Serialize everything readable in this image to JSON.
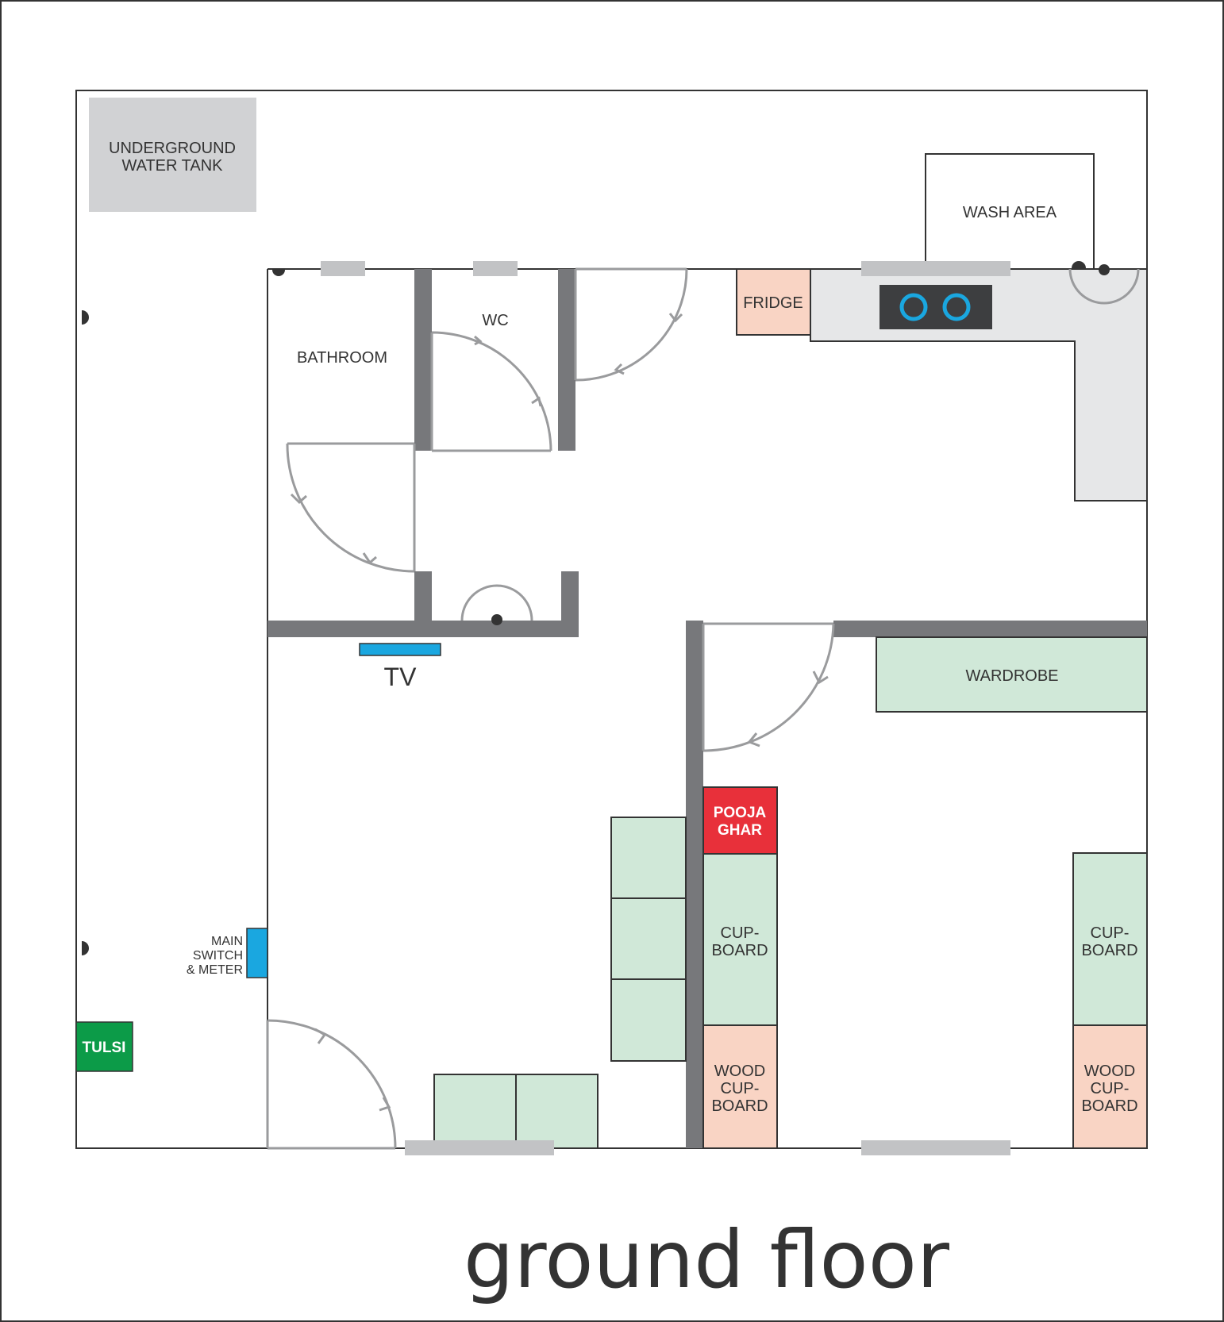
{
  "title": "ground floor",
  "labels": {
    "water_tank": [
      "UNDERGROUND",
      "WATER TANK"
    ],
    "wash_area": "WASH AREA",
    "fridge": "FRIDGE",
    "wc": "WC",
    "bathroom": "BATHROOM",
    "tv": "TV",
    "wardrobe": "WARDROBE",
    "pooja_ghar": [
      "POOJA",
      "GHAR"
    ],
    "cupboard": [
      "CUP-",
      "BOARD"
    ],
    "wood_cupboard": [
      "WOOD",
      "CUP-",
      "BOARD"
    ],
    "main_switch": [
      "MAIN",
      "SWITCH",
      "& METER"
    ],
    "tulsi": "TULSI"
  },
  "colors": {
    "wall": "#77787b",
    "window": "#c2c3c5",
    "counter": "#e6e7e8",
    "tank": "#d1d2d4",
    "green_furniture": "#d0e8d8",
    "wood": "#f9d4c4",
    "pooja": "#e8303a",
    "tulsi": "#0c9b48",
    "tv": "#1aa7e0",
    "stove": "#3d3e40",
    "burner": "#1aa7e0"
  }
}
